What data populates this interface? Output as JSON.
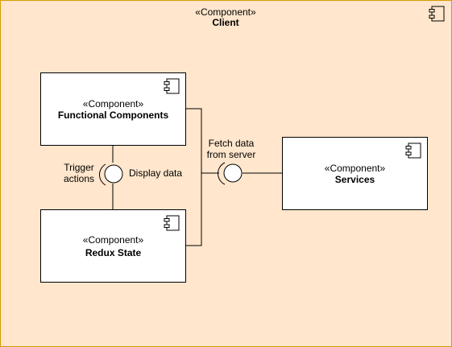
{
  "client": {
    "stereotype": "«Component»",
    "name": "Client"
  },
  "components": {
    "functional": {
      "stereotype": "«Component»",
      "name": "Functional Components"
    },
    "redux": {
      "stereotype": "«Component»",
      "name": "Redux State"
    },
    "services": {
      "stereotype": "«Component»",
      "name": "Services"
    }
  },
  "labels": {
    "trigger_line1": "Trigger",
    "trigger_line2": "actions",
    "display": "Display data",
    "fetch_line1": "Fetch data",
    "fetch_line2": "from server"
  },
  "colors": {
    "container_fill": "#ffe6cc",
    "container_stroke": "#d79b00",
    "box_fill": "#ffffff",
    "line": "#000000"
  }
}
